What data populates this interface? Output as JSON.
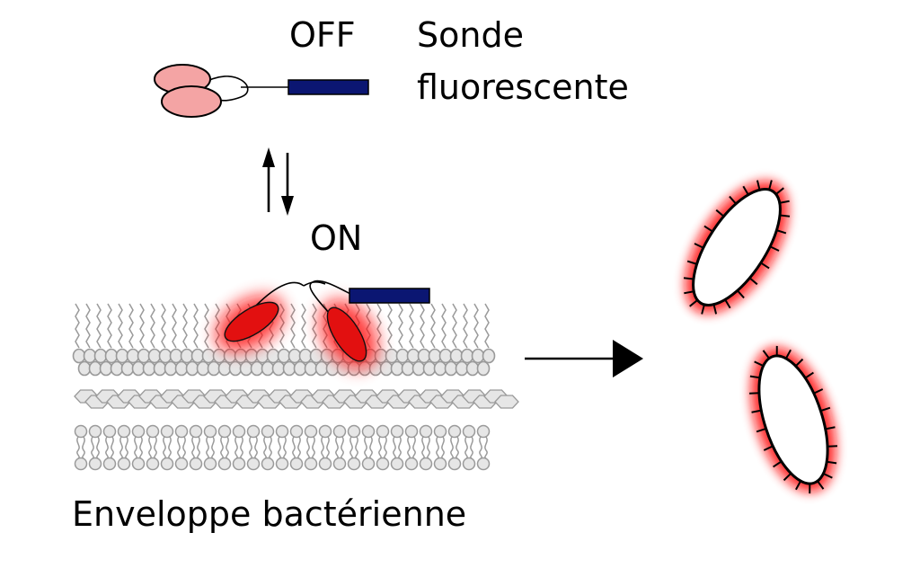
{
  "labels": {
    "off": "OFF",
    "probe_line1": "Sonde",
    "probe_line2": "fluorescente",
    "on": "ON",
    "envelope": "Enveloppe bactérienne"
  },
  "colors": {
    "probe_body": "#f4a4a4",
    "probe_bar": "#0b1672",
    "glow_red": "#ff1010",
    "membrane_gray": "#9a9a9a",
    "membrane_fill": "#e6e6e6",
    "stroke": "#000000"
  },
  "icons": {
    "equilibrium": "up-down-arrows-icon",
    "transition": "right-arrow-icon",
    "bacterium": "stained-bacterium-icon"
  }
}
